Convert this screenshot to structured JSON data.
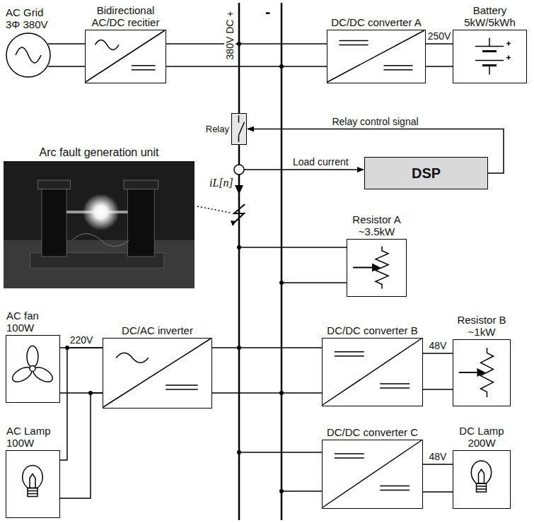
{
  "diagram": {
    "nodes": [
      {
        "text": [
          "AC Grid 3Φ 380V"
        ]
      },
      {
        "text": [
          "Bidirectional AC/DC recitier"
        ]
      },
      {
        "text": [
          "DC/DC converter A"
        ]
      },
      {
        "text": [
          "Battery 5kW/5kWh"
        ]
      },
      {
        "text": [
          "Relay"
        ]
      },
      {
        "text": [
          "DSP"
        ]
      },
      {
        "text": [
          "Arc fault generation unit"
        ]
      },
      {
        "text": [
          "Resistor A ~3.5kW"
        ]
      },
      {
        "text": [
          "AC fan 100W"
        ]
      },
      {
        "text": [
          "DC/AC inverter"
        ]
      },
      {
        "text": [
          "DC/DC converter B"
        ]
      },
      {
        "text": [
          "Resistor B ~1kW"
        ]
      },
      {
        "text": [
          "AC Lamp 100W"
        ]
      },
      {
        "text": [
          "DC/DC converter C"
        ]
      },
      {
        "text": [
          "DC Lamp 200W"
        ]
      }
    ],
    "edges": [
      {
        "from": 0,
        "to": 1,
        "arrow": "none"
      },
      {
        "from": 2,
        "to": 3,
        "label": "250V",
        "arrow": "none"
      },
      {
        "from": 5,
        "to": 4,
        "label": "Relay control signal",
        "arrow": "to"
      },
      {
        "from": 8,
        "to": 9,
        "label": "220V",
        "arrow": "none"
      },
      {
        "from": 12,
        "to": 9,
        "arrow": "none"
      },
      {
        "from": 10,
        "to": 11,
        "label": "48V",
        "arrow": "none"
      },
      {
        "from": 13,
        "to": 14,
        "label": "48V",
        "arrow": "none"
      }
    ],
    "labels": [
      "380V DC +",
      "-",
      "Load current",
      "iL[n]"
    ]
  }
}
